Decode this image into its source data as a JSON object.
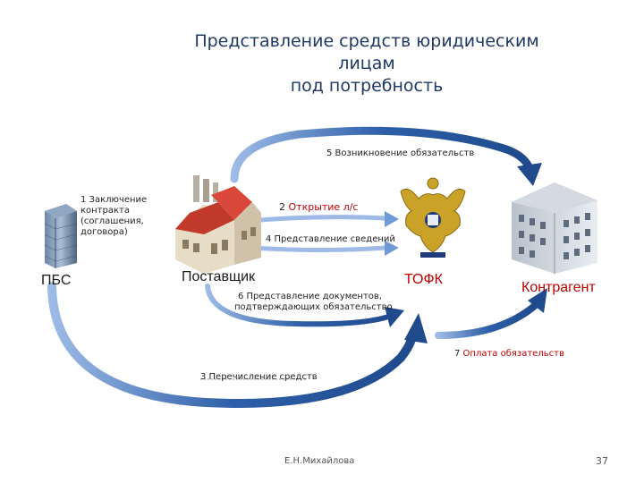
{
  "title": {
    "line1": "Представление средств юридическим",
    "line2": "лицам",
    "line3": "под потребность"
  },
  "entities": {
    "pbs": "ПБС",
    "supplier": "Поставщик",
    "tofk": "ТОФК",
    "counterparty": "Контрагент"
  },
  "steps": {
    "s1_line1": "1 Заключение",
    "s1_line2": "контракта",
    "s1_line3": "(соглашения,",
    "s1_line4": "договора)",
    "s2_num": "2 ",
    "s2_text": "Открытие л/с",
    "s3": "3 Перечисление средств",
    "s4": "4 Представление сведений",
    "s5": "5 Возникновение обязательств",
    "s6_line1": "6 Представление документов,",
    "s6_line2": "подтверждающих обязательство",
    "s7_num": "7 ",
    "s7_text": "Оплата обязательств"
  },
  "footer": {
    "author": "Е.Н.Михайлова",
    "page": "37"
  },
  "colors": {
    "title": "#1f3864",
    "arrow": "#2e5fa8",
    "arrow_light": "#6f9ad6",
    "highlight_red": "#c00000",
    "counterparty": "#c00000",
    "entity_dark": "#1a1a1a"
  },
  "icons": {
    "pbs": "office-tower-icon",
    "supplier": "factory-icon",
    "tofk": "eagle-emblem-icon",
    "counterparty": "office-building-icon"
  }
}
